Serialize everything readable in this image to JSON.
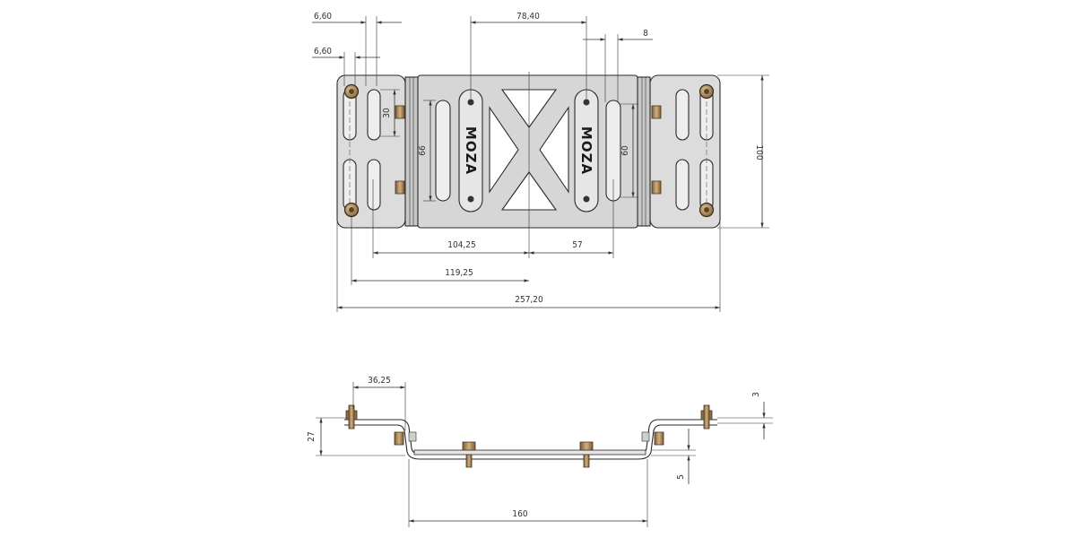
{
  "drawing": {
    "logo_left": "MOZA",
    "logo_right": "MOZA",
    "colors": {
      "plate_fill": "#dcdcdc",
      "plate_edge": "#2a2a2a",
      "bolt": "#b08a5a",
      "bolt_dark": "#6e5333",
      "line": "#333333"
    },
    "top_view_dims": {
      "top_slot_spacing": "6,60",
      "inner_slot_spacing": "6,60",
      "hole_spacing_top": "78,40",
      "offset_right": "8",
      "slot_length_left": "30",
      "center_slot_length": "66",
      "right_slot_length": "60",
      "height_total": "100",
      "dist_center_left": "104,25",
      "dist_center_right": "57",
      "dist_center_outer": "119,25",
      "overall_length": "257,20"
    },
    "side_view_dims": {
      "flange_width": "36,25",
      "overall_height": "27",
      "thickness": "3",
      "step_height": "5",
      "bottom_length": "160"
    }
  }
}
